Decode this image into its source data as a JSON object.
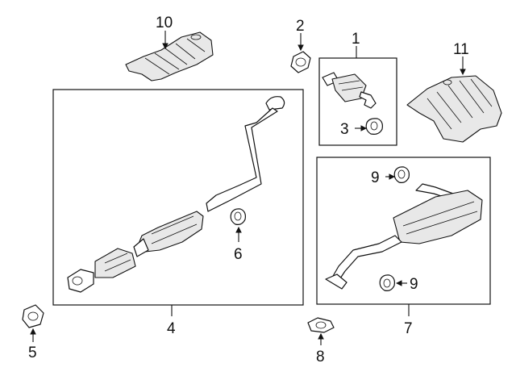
{
  "diagram": {
    "callouts": [
      "10",
      "2",
      "1",
      "11",
      "3",
      "4",
      "6",
      "9",
      "9",
      "7",
      "5",
      "8"
    ]
  },
  "icons": [
    "exhaust-heat-shield",
    "gasket",
    "catalytic-converter",
    "hanger-bushing",
    "muffler-pipe-assembly"
  ],
  "colors": {
    "line": "#111111",
    "background": "#ffffff",
    "shading": "#e8e8e8"
  }
}
